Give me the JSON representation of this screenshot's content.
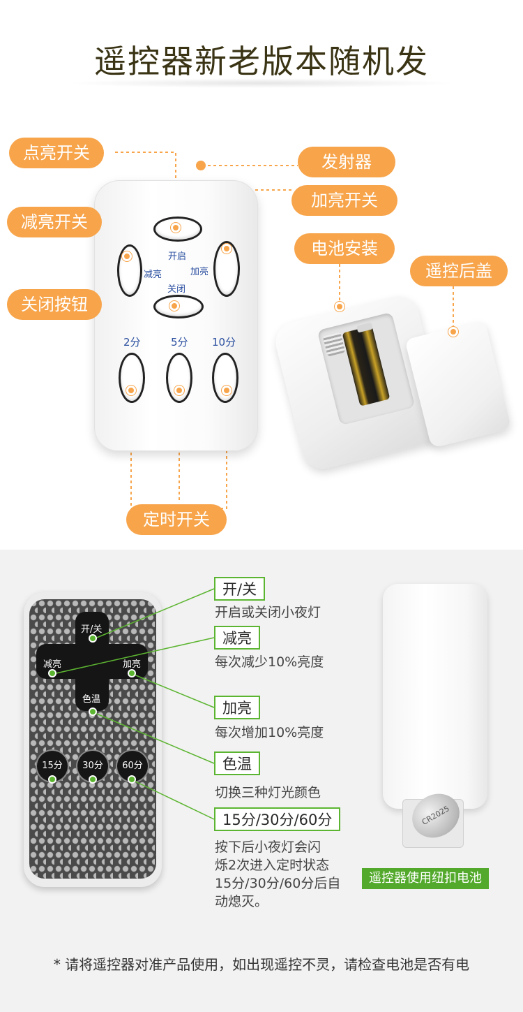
{
  "header": {
    "title": "遥控器新老版本随机发"
  },
  "top_diagram": {
    "labels": {
      "power_on": "点亮开关",
      "transmitter": "发射器",
      "brighten": "加亮开关",
      "dim": "减亮开关",
      "battery_install": "电池安装",
      "back_cover": "遥控后盖",
      "off_button": "关闭按钮",
      "timer": "定时开关"
    },
    "remote_text": {
      "on": "开启",
      "dim": "减亮",
      "brighten": "加亮",
      "off": "关闭",
      "t2": "2分",
      "t5": "5分",
      "t10": "10分"
    },
    "colors": {
      "accent": "#f7a44a",
      "remote_text": "#2b4fa0"
    }
  },
  "bottom_diagram": {
    "remote_buttons": {
      "power": "开/关",
      "dim": "减亮",
      "brighten": "加亮",
      "color_temp": "色温",
      "t15": "15分",
      "t30": "30分",
      "t60": "60分"
    },
    "callouts": [
      {
        "label": "开/关",
        "desc": [
          "开启或关闭小夜灯"
        ]
      },
      {
        "label": "减亮",
        "desc": [
          "每次减少10%亮度"
        ]
      },
      {
        "label": "加亮",
        "desc": [
          "每次增加10%亮度"
        ]
      },
      {
        "label": "色温",
        "desc": [
          "切换三种灯光颜色"
        ]
      },
      {
        "label": "15分/30分/60分",
        "desc": [
          "按下后小夜灯会闪",
          "烁2次进入定时状态",
          "15分/30分/60分后自",
          "动熄灭。"
        ]
      }
    ],
    "coin_battery_text": "CR2025",
    "badge": "遥控器使用纽扣电池",
    "colors": {
      "accent": "#5cb531"
    }
  },
  "footer": {
    "note": "* 请将遥控器对准产品使用，如出现遥控不灵，请检查电池是否有电"
  }
}
